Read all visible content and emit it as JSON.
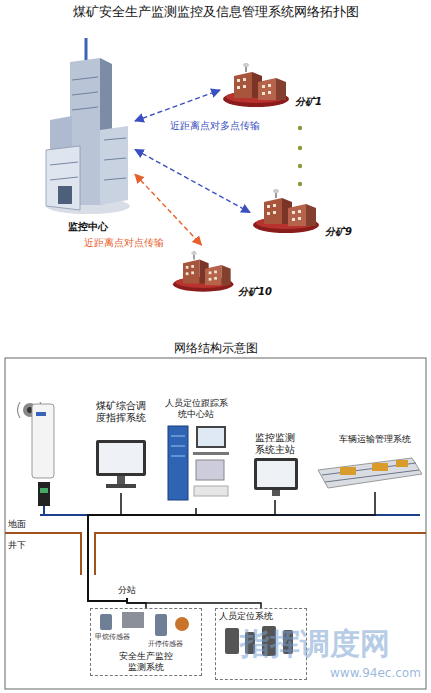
{
  "diagram": {
    "title": "煤矿安全生产监测监控及信息管理系统网络拓扑图",
    "nodes": [
      {
        "text": [
          "监控中心"
        ]
      },
      {
        "text": [
          "分矿1"
        ]
      },
      {
        "text": [
          "分矿9"
        ]
      },
      {
        "text": [
          "分矿10"
        ]
      },
      {
        "text": [
          "煤矿综合调度指挥系统"
        ]
      },
      {
        "text": [
          "人员定位跟踪系统中心站"
        ]
      },
      {
        "text": [
          "监控监测系统主站"
        ]
      },
      {
        "text": [
          "车辆运输管理系统"
        ]
      },
      {
        "text": [
          "分站"
        ]
      },
      {
        "text": [
          "安全生产监控监测系统"
        ]
      },
      {
        "text": [
          "人员定位系统"
        ]
      }
    ],
    "edges": [
      {
        "from": 0,
        "to": 1,
        "arrow": "both",
        "label": "近距离点对多点传输"
      },
      {
        "from": 0,
        "to": 2,
        "arrow": "both"
      },
      {
        "from": 0,
        "to": 3,
        "arrow": "both",
        "label": "近距离点对点传输"
      },
      {
        "from": 4,
        "to": 8,
        "arrow": "none"
      },
      {
        "from": 5,
        "to": 8,
        "arrow": "none"
      },
      {
        "from": 6,
        "to": 8,
        "arrow": "none"
      },
      {
        "from": 7,
        "to": 8,
        "arrow": "none"
      },
      {
        "from": 8,
        "to": 9,
        "arrow": "none"
      },
      {
        "from": 8,
        "to": 10,
        "arrow": "none"
      }
    ],
    "labels": [
      "网络结构示意图",
      "地面",
      "井下",
      "甲烷传感器",
      "开停传感器",
      "指挥调度网",
      "www.94ec.com"
    ]
  }
}
